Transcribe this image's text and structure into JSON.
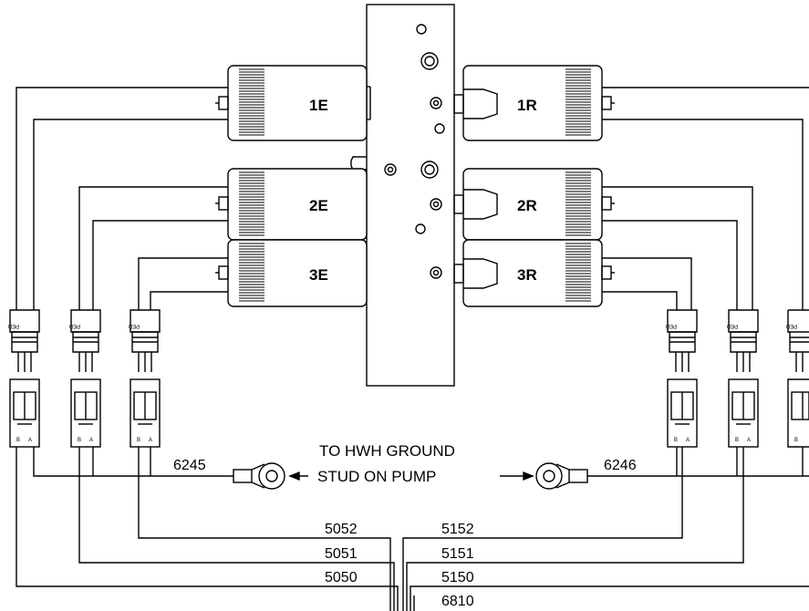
{
  "valves_left": [
    "1E",
    "2E",
    "3E"
  ],
  "valves_right": [
    "1R",
    "2R",
    "3R"
  ],
  "ground_note": {
    "line1": "TO HWH GROUND",
    "line2": "STUD ON PUMP"
  },
  "ground_left_label": "6245",
  "ground_right_label": "6246",
  "wire_labels_left": [
    "5052",
    "5051",
    "5050"
  ],
  "wire_labels_right": [
    "5152",
    "5151",
    "5150",
    "6810"
  ],
  "connector_marking": "PED",
  "pin_labels": {
    "pin_b": "B",
    "pin_a": "A"
  }
}
